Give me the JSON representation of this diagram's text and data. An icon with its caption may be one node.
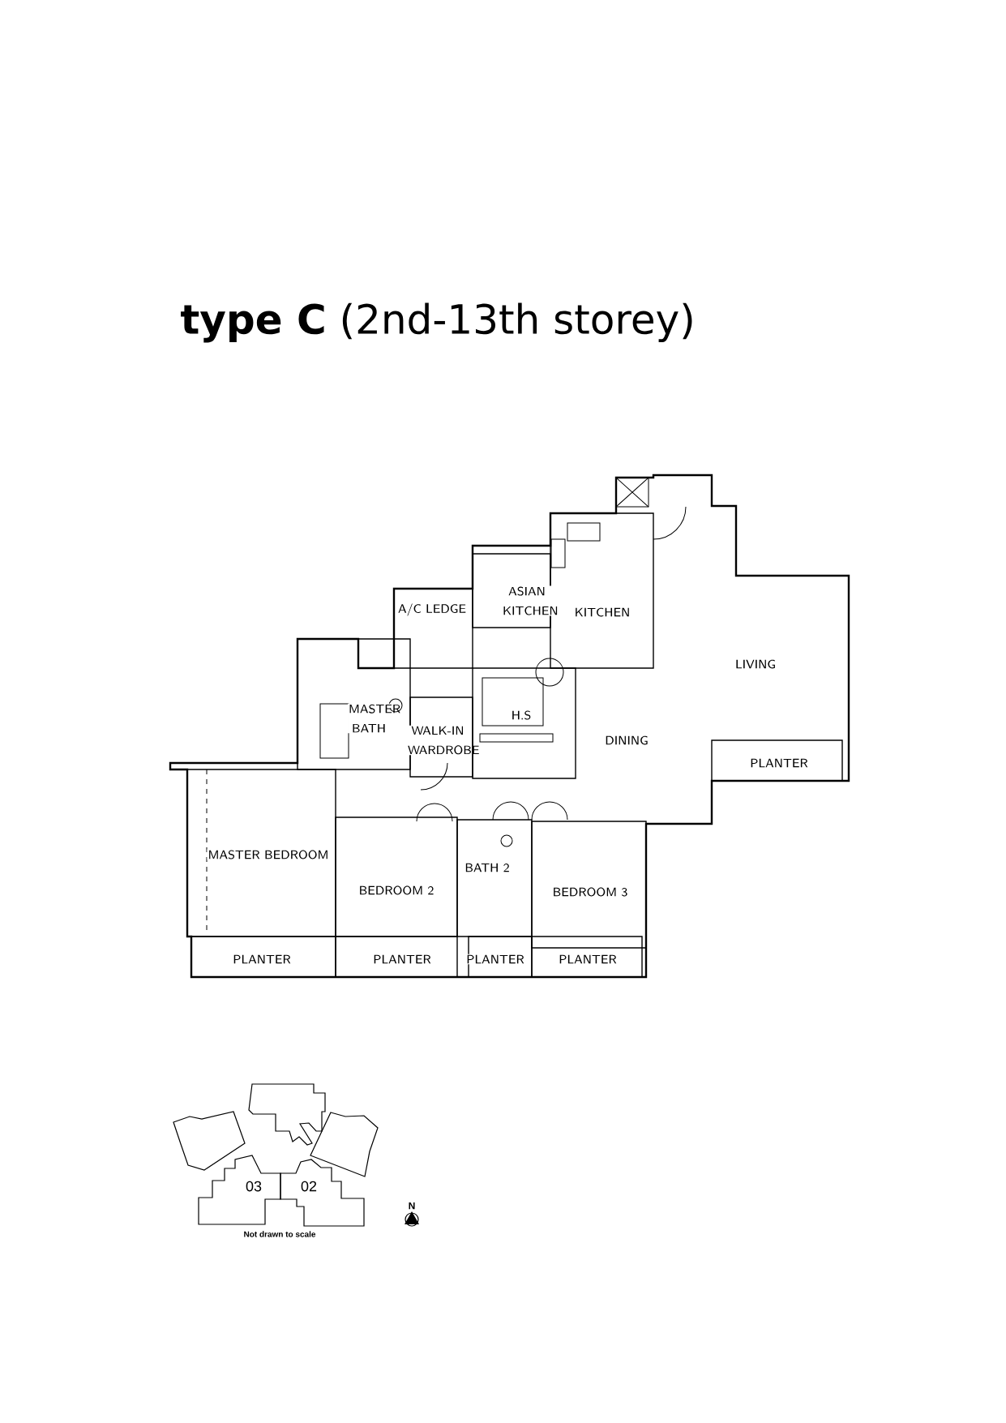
{
  "diagram": {
    "title": "**type C** (2nd-13th storey)",
    "labels": [
      "A/C LEDGE",
      "ASIAN KITCHEN",
      "KITCHEN",
      "LIVING",
      "MASTER BATH",
      "H.S",
      "WALK-IN WARDROBE",
      "DINING",
      "PLANTER",
      "MASTER BEDROOM",
      "BATH 2",
      "BEDROOM 2",
      "BEDROOM 3",
      "PLANTER",
      "PLANTER",
      "PLANTER",
      "PLANTER",
      "03",
      "02",
      "N",
      "Not drawn to scale"
    ]
  }
}
